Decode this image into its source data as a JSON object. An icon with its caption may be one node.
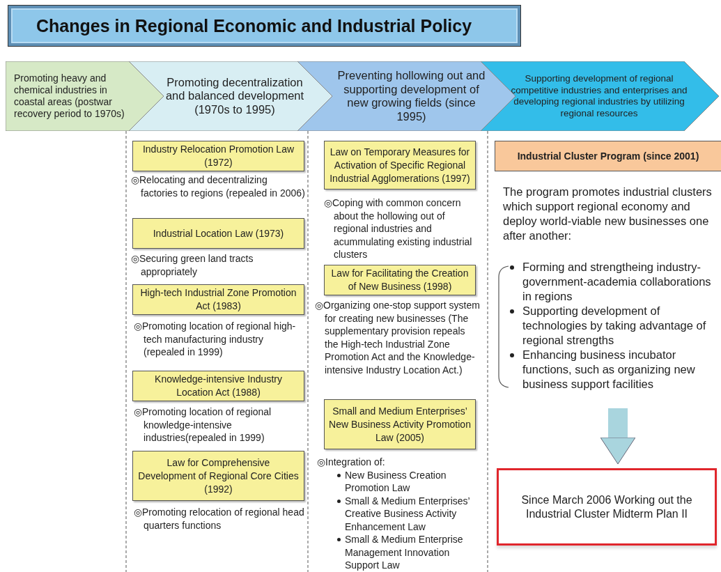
{
  "diagram": {
    "title": "Changes in Regional Economic and Industrial Policy",
    "nodes": [
      {
        "text": [
          "Promoting heavy and chemical industries in coastal areas (postwar recovery period to 1970s)"
        ]
      },
      {
        "text": [
          "Promoting decentralization and balanced development (1970s to 1995)"
        ]
      },
      {
        "text": [
          "Preventing hollowing out and supporting development of new growing fields  (since 1995)"
        ]
      },
      {
        "text": [
          "Supporting development of regional competitive industries and enterprises and developing regional industries by utilizing regional resources"
        ]
      },
      {
        "text": [
          "Industry Relocation Promotion Law (1972)"
        ],
        "beside": [
          "◎Relocating and decentralizing factories to regions (repealed in 2006)"
        ]
      },
      {
        "text": [
          "Industrial Location Law (1973)"
        ],
        "beside": [
          "◎Securing green land tracts appropriately"
        ]
      },
      {
        "text": [
          "High-tech Industrial Zone Promotion Act (1983)"
        ],
        "beside": [
          "◎Promoting location of regional high-tech manufacturing industry (repealed in 1999)"
        ]
      },
      {
        "text": [
          "Knowledge-intensive Industry Location Act (1988)"
        ],
        "beside": [
          "◎Promoting location of regional knowledge-intensive industries(repealed in 1999)"
        ]
      },
      {
        "text": [
          "Law for Comprehensive Development of Regional Core Cities (1992)"
        ],
        "beside": [
          "◎Promoting relocation of regional head quarters functions"
        ]
      },
      {
        "text": [
          "Law on Temporary Measures for Activation of Specific Regional Industrial Agglomerations (1997)"
        ],
        "beside": [
          "◎Coping with common concern about the hollowing out of regional industries and acummulating existing industrial clusters"
        ]
      },
      {
        "text": [
          "Law for Facilitating the Creation of New Business (1998)"
        ],
        "beside": [
          "◎Organizing one-stop support system for creating new businesses (The supplementary provision repeals the High-tech Industrial Zone Promotion Act and the Knowledge-intensive Industry Location Act.)"
        ]
      },
      {
        "text": [
          "Small and Medium Enterprises’ New Business Activity Promotion Law (2005)"
        ],
        "beside": [
          "◎Integration of:",
          "New Business Creation Promotion Law",
          "Small & Medium Enterprises’ Creative Business Activity Enhancement Law",
          "Small & Medium Enterprise Management Innovation Support Law"
        ]
      },
      {
        "text": [
          "Industrial Cluster Program (since 2001)"
        ],
        "beside": [
          "The program promotes industrial clusters which support regional economy and deploy world-viable new businesses one after another:",
          "Forming and strengtheing industry-government-academia collaborations in regions",
          "Supporting development of technologies by taking advantage of regional strengths",
          "Enhancing business incubator functions, such as organizing new business support facilities"
        ]
      },
      {
        "text": [
          "Since March 2006 Working out the Industrial Cluster Midterm Plan II"
        ]
      }
    ],
    "edges": [
      {
        "from": null,
        "to": 13,
        "arrow": "to",
        "color": "#a9d5de"
      }
    ]
  }
}
